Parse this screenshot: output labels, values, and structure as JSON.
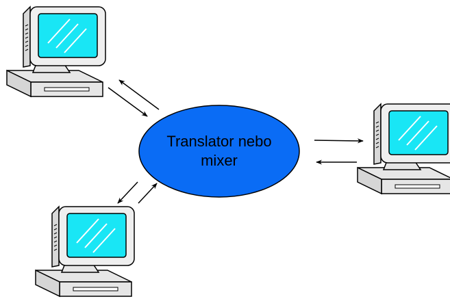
{
  "hub": {
    "label_line1": "Translator nebo",
    "label_line2": "mixer",
    "fill_color": "#0a6cf5",
    "stroke_color": "#000000"
  },
  "computers": [
    {
      "id": "top-left",
      "icon": "desktop-computer-icon"
    },
    {
      "id": "bottom-left",
      "icon": "desktop-computer-icon"
    },
    {
      "id": "right",
      "icon": "desktop-computer-icon"
    }
  ],
  "colors": {
    "screen": "#19e6f5",
    "casing": "#e6e6e6",
    "outline": "#000000"
  }
}
